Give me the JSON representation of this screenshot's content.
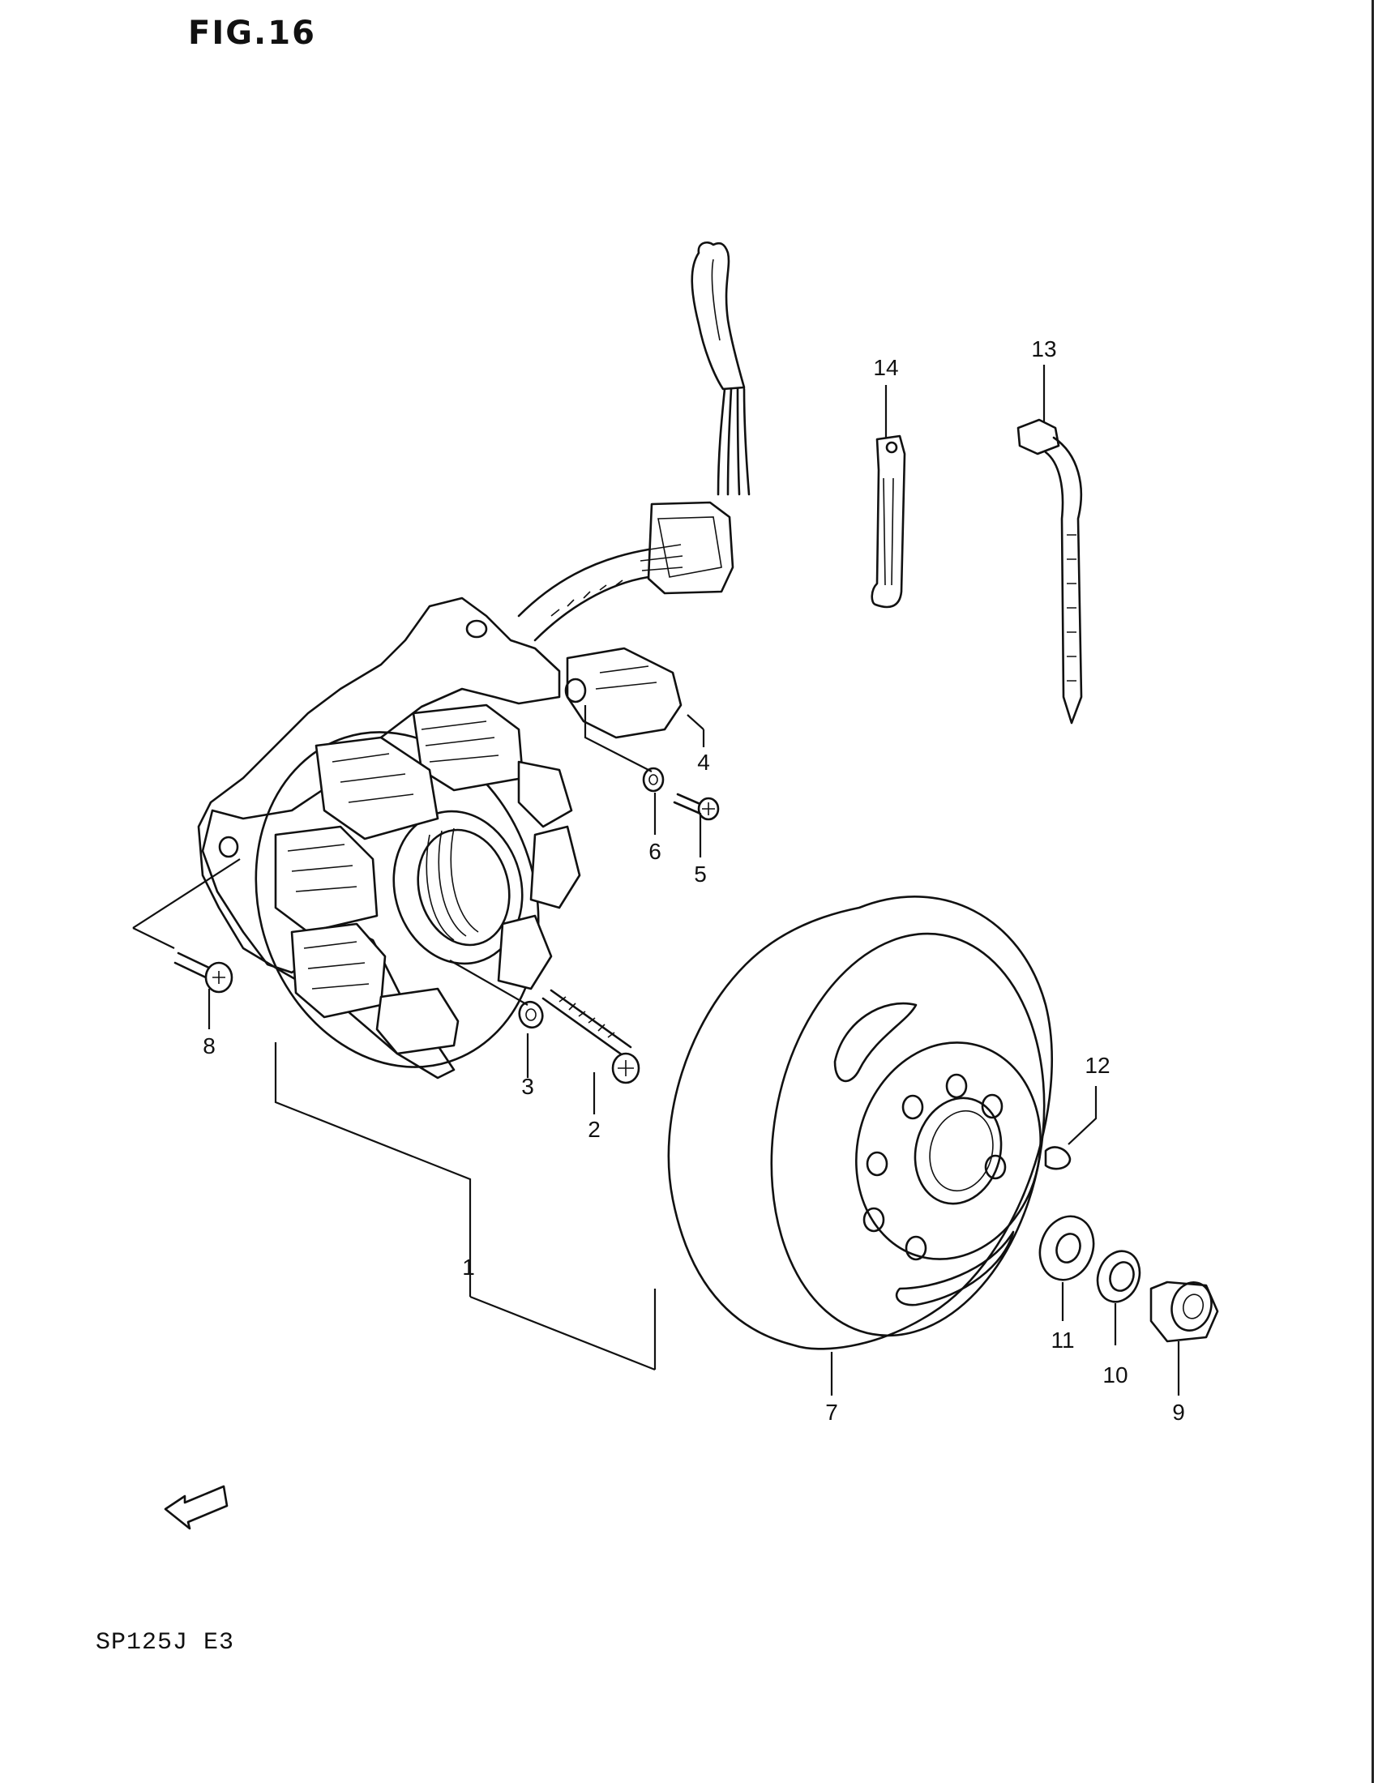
{
  "figure": {
    "title": "FIG.16",
    "model_code": "SP125J E3",
    "fwd_label": "FWD"
  },
  "callouts": [
    {
      "id": "c1",
      "label": "1"
    },
    {
      "id": "c2",
      "label": "2"
    },
    {
      "id": "c3",
      "label": "3"
    },
    {
      "id": "c4",
      "label": "4"
    },
    {
      "id": "c5",
      "label": "5"
    },
    {
      "id": "c6",
      "label": "6"
    },
    {
      "id": "c7",
      "label": "7"
    },
    {
      "id": "c8",
      "label": "8"
    },
    {
      "id": "c9",
      "label": "9"
    },
    {
      "id": "c10",
      "label": "10"
    },
    {
      "id": "c11",
      "label": "11"
    },
    {
      "id": "c12",
      "label": "12"
    },
    {
      "id": "c13",
      "label": "13"
    },
    {
      "id": "c14",
      "label": "14"
    }
  ]
}
